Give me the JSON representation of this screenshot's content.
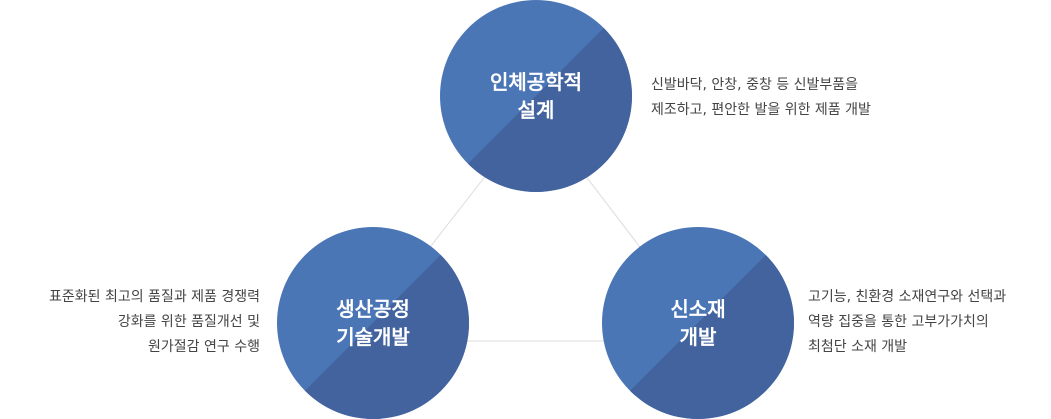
{
  "nodes": {
    "ergonomic": {
      "title_lines": [
        "인체공학적",
        "설계"
      ],
      "desc_lines": [
        "신발바닥, 안창, 중창 등 신발부품을",
        "제조하고, 편안한 발을 위한 제품 개발"
      ]
    },
    "production": {
      "title_lines": [
        "생산공정",
        "기술개발"
      ],
      "desc_lines": [
        "표준화된 최고의 품질과 제품 경쟁력",
        "강화를 위한 품질개선 및",
        "원가절감 연구 수행"
      ]
    },
    "material": {
      "title_lines": [
        "신소재",
        "개발"
      ],
      "desc_lines": [
        "고기능, 친환경 소재연구와 선택과",
        "역량 집중을 통한 고부가가치의",
        "최첨단 소재 개발"
      ]
    }
  },
  "colors": {
    "circle": "#4b76b6",
    "circle_shade": "#43639f",
    "connector": "#dddddd",
    "text": "#444444"
  }
}
